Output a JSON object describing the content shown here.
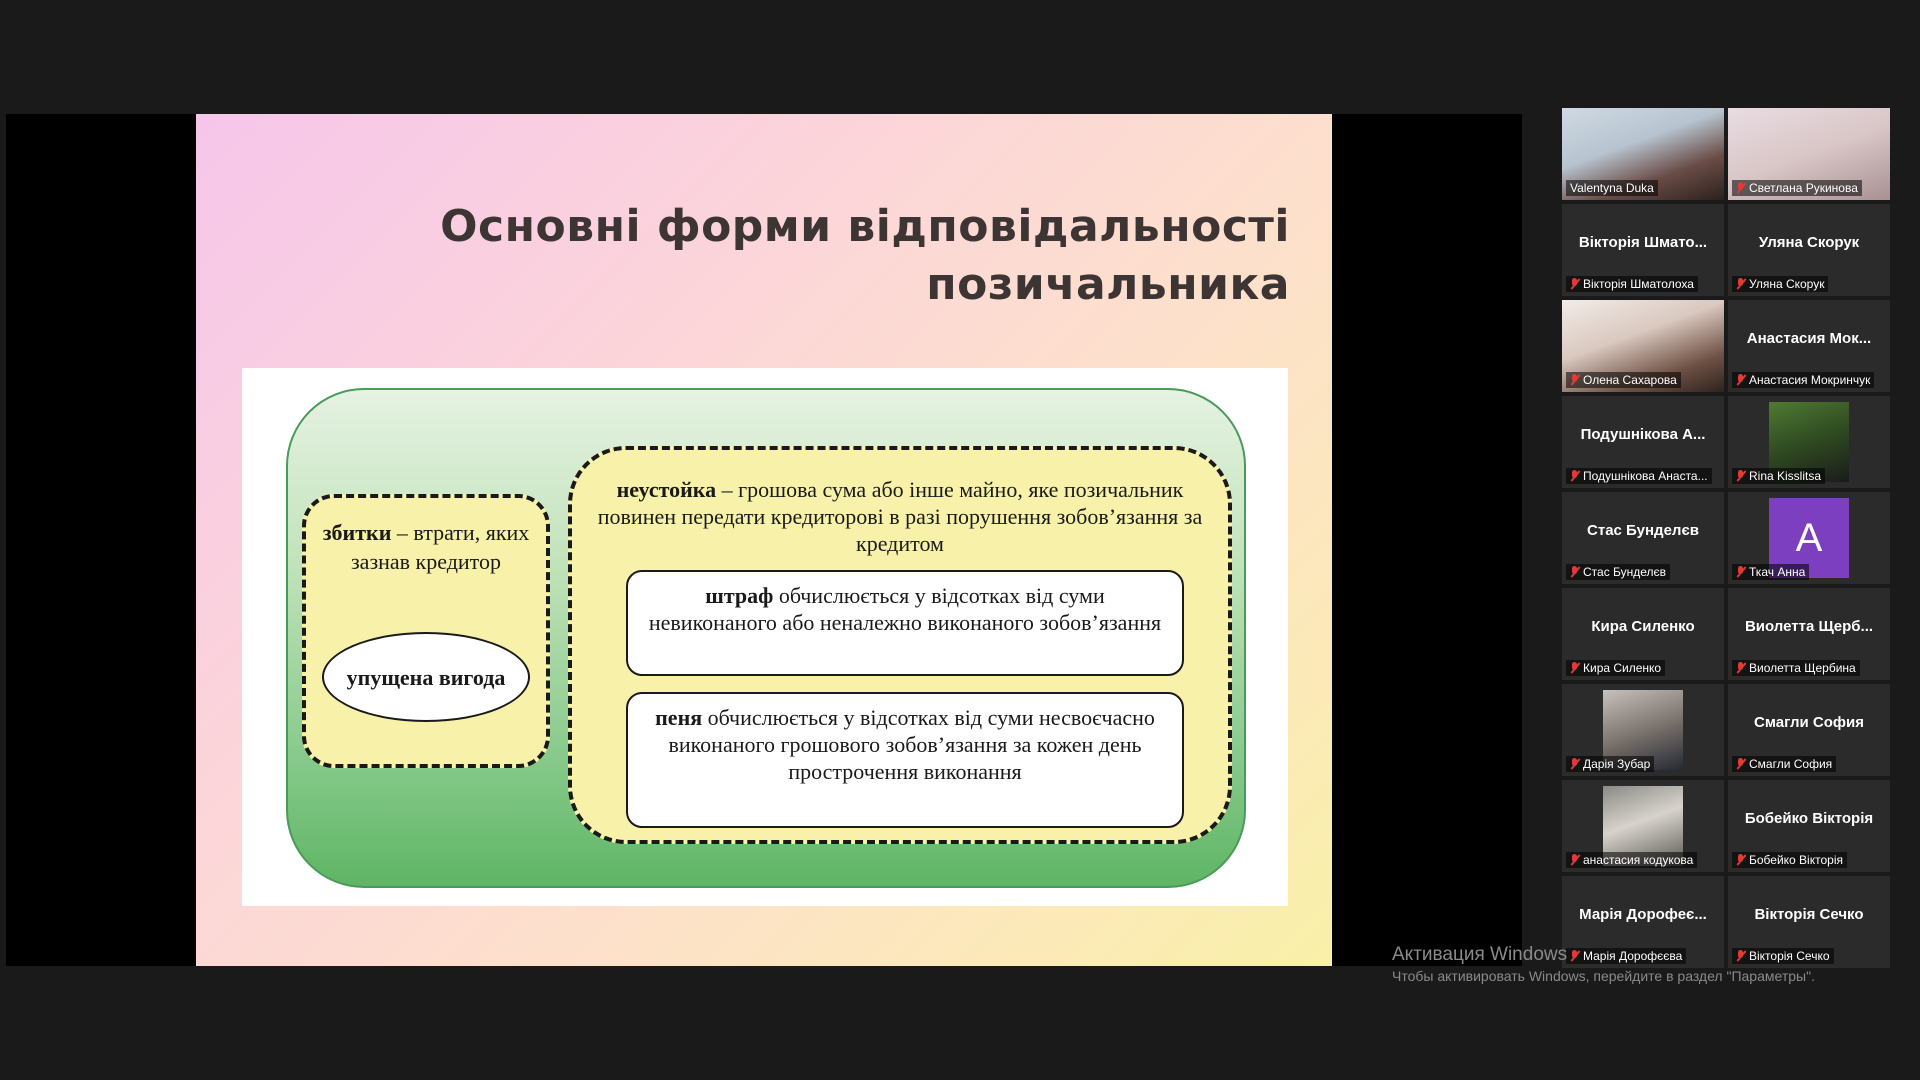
{
  "slide": {
    "title_line1": "Основні форми відповідальності",
    "title_line2": "позичальника",
    "losses": {
      "term": "збитки",
      "text": " – втрати, яких зазнав кредитор"
    },
    "lost_profit": "упущена вигода",
    "penalty": {
      "term": "неустойка",
      "text": " – грошова сума або інше майно, яке позичальник повинен передати кредиторові в разі порушення зобов’язання за кредитом"
    },
    "fine": {
      "term": "штраф",
      "text": " обчислюється у відсотках від суми невиконаного або неналежно виконаного зобов’язання"
    },
    "peni": {
      "term": "пеня",
      "text": " обчислюється у відсотках від суми несвоєчасно виконаного грошового зобов’язання за кожен день прострочення виконання"
    }
  },
  "participants": [
    {
      "center": "",
      "label": "Valentyna Duka",
      "video": "full1",
      "muted": false,
      "active": true
    },
    {
      "center": "",
      "label": "Светлана Рукинова",
      "video": "full2",
      "muted": true
    },
    {
      "center": "Вікторія Шмато...",
      "label": "Вікторія Шматолоха",
      "muted": true
    },
    {
      "center": "Уляна Скорук",
      "label": "Уляна Скорук",
      "muted": true
    },
    {
      "center": "",
      "label": "Олена Сахарова",
      "video": "full3",
      "muted": true
    },
    {
      "center": "Анастасия Мок...",
      "label": "Анастасия Мокринчук",
      "muted": true
    },
    {
      "center": "Подушнікова А...",
      "label": "Подушнікова Анаста...",
      "muted": true
    },
    {
      "center": "",
      "label": "Rina Kisslitsa",
      "thumb": "rina",
      "muted": true
    },
    {
      "center": "Стас Бунделєв",
      "label": "Стас Бунделєв",
      "muted": true
    },
    {
      "center": "",
      "label": "Ткач Анна",
      "avatar": "A",
      "muted": true
    },
    {
      "center": "Кира Силенко",
      "label": "Кира Силенко",
      "muted": true
    },
    {
      "center": "Виолетта Щерб...",
      "label": "Виолетта Щербина",
      "muted": true
    },
    {
      "center": "",
      "label": "Дарія Зубар",
      "thumb": "darya",
      "muted": true
    },
    {
      "center": "Смагли София",
      "label": "Смагли София",
      "muted": true
    },
    {
      "center": "",
      "label": "анастасия кодукова",
      "thumb": "anast",
      "muted": true
    },
    {
      "center": "Бобейко Вікторія",
      "label": "Бобейко Вікторія",
      "muted": true
    },
    {
      "center": "Марія Дорофеє...",
      "label": "Марія Дорофєєва",
      "muted": true
    },
    {
      "center": "Вікторія Сечко",
      "label": "Вікторія Сечко",
      "muted": true
    }
  ],
  "watermark": {
    "title": "Активация Windows",
    "subtitle": "Чтобы активировать Windows, перейдите в раздел \"Параметры\"."
  }
}
